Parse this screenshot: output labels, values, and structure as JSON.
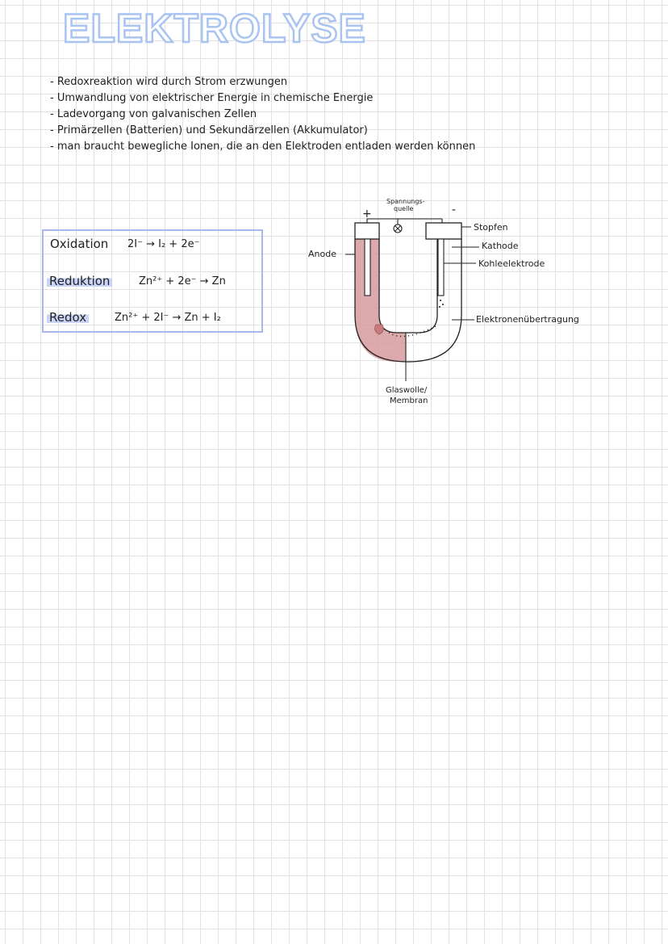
{
  "title": "ELEKTROLYSE",
  "bullets": [
    "Redoxreaktion wird durch Strom erzwungen",
    "Umwandlung von elektrischer Energie in chemische Energie",
    "Ladevorgang von galvanischen Zellen",
    "Primärzellen (Batterien) und Sekundärzellen (Akkumulator)",
    "man braucht bewegliche Ionen, die an den Elektroden entladen werden können"
  ],
  "equations": {
    "oxidation": {
      "label": "Oxidation",
      "formula": "2I⁻ → I₂ + 2e⁻"
    },
    "reduktion": {
      "label": "Reduktion",
      "formula": "Zn²⁺ + 2e⁻ → Zn"
    },
    "redox": {
      "label": "Redox",
      "formula": "Zn²⁺ + 2I⁻ → Zn + I₂"
    }
  },
  "diagram": {
    "plus": "+",
    "minus": "-",
    "source_line1": "Spannungs-",
    "source_line2": "quelle",
    "anode": "Anode",
    "stopfen": "Stopfen",
    "kathode": "Kathode",
    "kohleelektrode": "Kohleelektrode",
    "elektronen": "Elektronenübertragung",
    "glaswolle": "Glaswolle/",
    "membran": "Membran",
    "colors": {
      "electrolyte": "#d69a9e",
      "accent": "#a8b6ea",
      "title": "#a9c4f0"
    }
  }
}
